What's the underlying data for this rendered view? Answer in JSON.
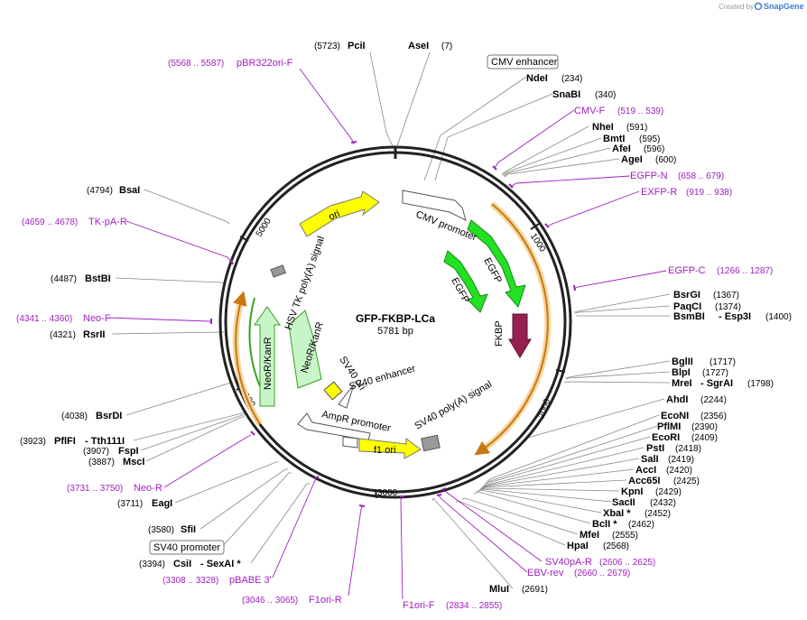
{
  "plasmid": {
    "name": "GFP-FKBP-LCa",
    "length": "5781 bp"
  },
  "branding": {
    "created_by": "Created by",
    "app": "SnapGene"
  },
  "ticks": [
    "1000",
    "2000",
    "3000",
    "4000",
    "5000"
  ],
  "features": {
    "cmv_promoter": "CMV promoter",
    "egfp1": "EGFP",
    "egfp2": "EGFP",
    "fkbp": "FKBP",
    "ori": "ori",
    "hsv_tk": "HSV TK poly(A) signal",
    "neo_kan1": "NeoR/KanR",
    "neo_kan2": "NeoR/KanR",
    "sv40_ori": "SV40 ori",
    "sv40_enh": "SV40 enhancer",
    "ampr_promoter": "AmpR promoter",
    "f1_ori": "f1 ori",
    "sv40_polya": "SV40 poly(A) signal"
  },
  "boxed": {
    "cmv_enhancer": "CMV enhancer",
    "sv40_promoter": "SV40 promoter"
  },
  "sites": [
    {
      "pos": "(5723)",
      "name": "PciI"
    },
    {
      "name": "AseI",
      "pos": "(7)"
    },
    {
      "name": "NdeI",
      "pos": "(234)"
    },
    {
      "name": "SnaBI",
      "pos": "(340)"
    },
    {
      "name": "NheI",
      "pos": "(591)"
    },
    {
      "name": "BmtI",
      "pos": "(595)"
    },
    {
      "name": "AfeI",
      "pos": "(596)"
    },
    {
      "name": "AgeI",
      "pos": "(600)"
    },
    {
      "name": "BsrGI",
      "pos": "(1367)"
    },
    {
      "name": "PaqCI",
      "pos": "(1374)"
    },
    {
      "name": "BsmBI",
      "name2": "Esp3I",
      "pos": "(1400)"
    },
    {
      "name": "BglII",
      "pos": "(1717)"
    },
    {
      "name": "BlpI",
      "pos": "(1727)"
    },
    {
      "name": "MreI",
      "name2": "SgrAI",
      "pos": "(1798)"
    },
    {
      "name": "AhdI",
      "pos": "(2244)"
    },
    {
      "name": "EcoNI",
      "pos": "(2356)"
    },
    {
      "name": "PflMI",
      "pos": "(2390)"
    },
    {
      "name": "EcoRI",
      "pos": "(2409)"
    },
    {
      "name": "PstI",
      "pos": "(2418)"
    },
    {
      "name": "SalI",
      "pos": "(2419)"
    },
    {
      "name": "AccI",
      "pos": "(2420)"
    },
    {
      "name": "Acc65I",
      "pos": "(2425)"
    },
    {
      "name": "KpnI",
      "pos": "(2429)"
    },
    {
      "name": "SacII",
      "pos": "(2432)"
    },
    {
      "name": "XbaI *",
      "pos": "(2452)"
    },
    {
      "name": "BclI *",
      "pos": "(2462)"
    },
    {
      "name": "MfeI",
      "pos": "(2555)"
    },
    {
      "name": "HpaI",
      "pos": "(2568)"
    },
    {
      "name": "MluI",
      "pos": "(2691)"
    },
    {
      "pos": "(4794)",
      "name": "BsaI"
    },
    {
      "pos": "(4487)",
      "name": "BstBI"
    },
    {
      "pos": "(4321)",
      "name": "RsrII"
    },
    {
      "pos": "(4038)",
      "name": "BsrDI"
    },
    {
      "pos": "(3923)",
      "name": "PflFI",
      "name2": "Tth111I"
    },
    {
      "pos": "(3907)",
      "name": "FspI"
    },
    {
      "pos": "(3887)",
      "name": "MscI"
    },
    {
      "pos": "(3711)",
      "name": "EagI"
    },
    {
      "pos": "(3580)",
      "name": "SfiI"
    },
    {
      "pos": "(3394)",
      "name": "CsiI",
      "name2": "SexAI *"
    }
  ],
  "primers": [
    {
      "pos": "(5568 .. 5587)",
      "name": "pBR322ori-F"
    },
    {
      "name": "CMV-F",
      "pos": "(519 .. 539)"
    },
    {
      "name": "EGFP-N",
      "pos": "(658 .. 679)"
    },
    {
      "name": "EXFP-R",
      "pos": "(919 .. 938)"
    },
    {
      "name": "EGFP-C",
      "pos": "(1266 .. 1287)"
    },
    {
      "pos": "(4659 .. 4678)",
      "name": "TK-pA-R"
    },
    {
      "pos": "(4341 .. 4360)",
      "name": "Neo-F"
    },
    {
      "pos": "(3731 .. 3750)",
      "name": "Neo-R"
    },
    {
      "pos": "(3308 .. 3328)",
      "name": "pBABE 3'"
    },
    {
      "pos": "(3046 .. 3065)",
      "name": "F1ori-R"
    },
    {
      "name": "F1ori-F",
      "pos": "(2834 .. 2855)"
    },
    {
      "name": "SV40pA-R",
      "pos": "(2606 .. 2625)"
    },
    {
      "name": "EBV-rev",
      "pos": "(2660 .. 2679)"
    }
  ],
  "colors": {
    "primer": "#a020c0",
    "egfp": "#22e022",
    "fkbp": "#962050",
    "ori": "#ffff00",
    "neo": "#c8f5c8",
    "orf": "#f0a020",
    "backbone": "#222222"
  }
}
